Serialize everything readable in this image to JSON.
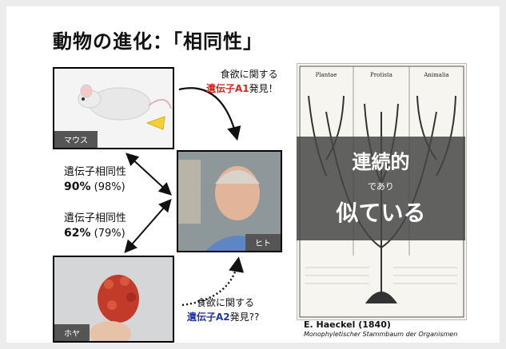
{
  "slide": {
    "title": "動物の進化：「相同性」",
    "mouse_label": "マウス",
    "human_label": "ヒト",
    "ascidian_label": "ホヤ",
    "note_top_line1": "食欲に関する",
    "note_top_gene": "遺伝子A1",
    "note_top_suffix": "発見！",
    "note_bottom_line1": "食欲に関する",
    "note_bottom_gene": "遺伝子A2",
    "note_bottom_suffix": "発見??",
    "stat1_label": "遺伝子相同性",
    "stat1_value": "90%",
    "stat1_paren": " (98%)",
    "stat2_label": "遺伝子相同性",
    "stat2_value": "62%",
    "stat2_paren": " (79%)",
    "overlay_line1": "連続的",
    "overlay_line2": "であり",
    "overlay_line3": "似ている",
    "tree_heading1": "Plantae",
    "tree_heading2": "Protista",
    "tree_heading3": "Animalia",
    "credit": "E. Haeckel (1840)",
    "credit_sub": "Monophyletischer Stammbaum der Organismen"
  },
  "colors": {
    "gene_red": "#d9261c",
    "gene_blue": "#2236a4",
    "overlay": "#464646"
  },
  "icons": {
    "arrow": "curved-arrow",
    "double_arrow": "double-headed-arrow"
  }
}
